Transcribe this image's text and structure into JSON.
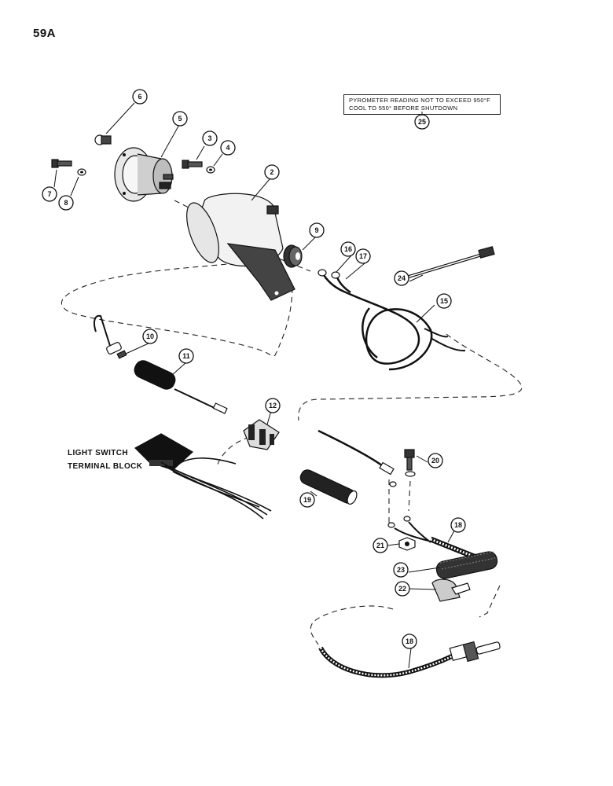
{
  "page": {
    "number": "59A"
  },
  "note": {
    "line1": "PYROMETER READING NOT TO EXCEED 950°F",
    "line2": "COOL TO 550° BEFORE SHUTDOWN",
    "ref": "25"
  },
  "terminal_block_label": {
    "line1": "LIGHT SWITCH",
    "line2": "TERMINAL BLOCK"
  },
  "callouts": [
    {
      "id": "c2",
      "label": "2"
    },
    {
      "id": "c3",
      "label": "3"
    },
    {
      "id": "c4",
      "label": "4"
    },
    {
      "id": "c5",
      "label": "5"
    },
    {
      "id": "c6",
      "label": "6"
    },
    {
      "id": "c7",
      "label": "7"
    },
    {
      "id": "c8",
      "label": "8"
    },
    {
      "id": "c9",
      "label": "9"
    },
    {
      "id": "c10",
      "label": "10"
    },
    {
      "id": "c11",
      "label": "11"
    },
    {
      "id": "c12",
      "label": "12"
    },
    {
      "id": "c15",
      "label": "15"
    },
    {
      "id": "c16",
      "label": "16"
    },
    {
      "id": "c17",
      "label": "17"
    },
    {
      "id": "c18a",
      "label": "18"
    },
    {
      "id": "c18b",
      "label": "18"
    },
    {
      "id": "c19",
      "label": "19"
    },
    {
      "id": "c20",
      "label": "20"
    },
    {
      "id": "c21",
      "label": "21"
    },
    {
      "id": "c22",
      "label": "22"
    },
    {
      "id": "c23",
      "label": "23"
    },
    {
      "id": "c24",
      "label": "24"
    }
  ]
}
